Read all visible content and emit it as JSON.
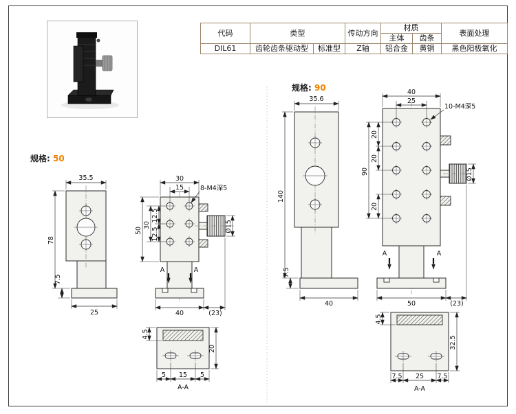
{
  "colors": {
    "accent": "#f08300",
    "table_border": "#9b8468"
  },
  "table": {
    "h_code": "代码",
    "h_type": "类型",
    "h_drive": "传动方向",
    "h_material": "材质",
    "h_body": "主体",
    "h_rack": "齿条",
    "h_surface": "表面处理",
    "r_code": "DIL61",
    "r_type_a": "齿轮齿条驱动型",
    "r_type_b": "标准型",
    "r_drive": "Z轴",
    "r_body": "铝合金",
    "r_rack": "黄铜",
    "r_surface": "黑色阳极氧化"
  },
  "spec50": {
    "label": "规格:",
    "value": "50"
  },
  "spec90": {
    "label": "规格:",
    "value": "90"
  },
  "d50": {
    "side_w": "35.5",
    "side_h": "78",
    "base_t": "7.5",
    "side_base": "25",
    "front_w": "30",
    "hole_pitch_x": "15",
    "callout": "8-M4深5",
    "front_h": "50",
    "hole_span": "30",
    "p1": "12.5",
    "p2": "12.5",
    "knob": "Ø15",
    "a": "A",
    "base_w": "40",
    "offset": "(23)",
    "sec_lip": "4.5",
    "sec_h": "20",
    "c1": "5",
    "c2": "15",
    "c3": "5",
    "sec_label": "A-A"
  },
  "d90": {
    "side_w": "35.6",
    "side_h": "140",
    "base_t": "7.5",
    "side_base": "40",
    "front_w": "40",
    "hole_pitch_x": "25",
    "callout": "10-M4深5",
    "front_h": "90",
    "s1": "20",
    "s2": "20",
    "s3": "20",
    "knob": "Ø15",
    "a": "A",
    "base_w": "50",
    "offset": "(23)",
    "sec_lip": "4.5",
    "sec_h": "32.5",
    "c1": "7.5",
    "c2": "25",
    "c3": "7.5",
    "sec_label": "A-A"
  }
}
